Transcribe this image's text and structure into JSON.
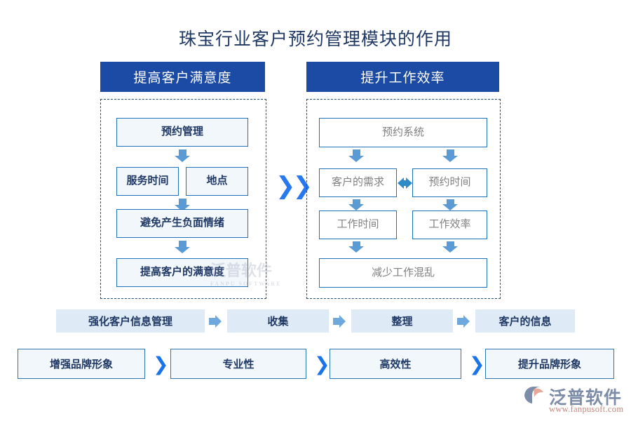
{
  "title": "珠宝行业客户预约管理模块的作用",
  "colors": {
    "header_blue": "#1C4BA5",
    "title_navy": "#1F3864",
    "box_border": "#1F72B8",
    "box_fill_left": "#F2F7FC",
    "box_fill_right": "#FFFFFF",
    "arrow_blue": "#5B9BD5",
    "dashed_border": "#1F4E79",
    "band_fill": "#DEEAF6",
    "chevron_blue": "#1A73E8"
  },
  "columns": {
    "left": {
      "header": "提高客户满意度",
      "boxes": {
        "top": "预约管理",
        "pair_left": "服务时间",
        "pair_right": "地点",
        "third": "避免产生负面情绪",
        "bottom": "提高客户的满意度"
      }
    },
    "right": {
      "header": "提升工作效率",
      "boxes": {
        "top": "预约系统",
        "mid_left": "客户的需求",
        "mid_right": "预约时间",
        "low_left": "工作时间",
        "low_right": "工作效率",
        "bottom": "减少工作混乱"
      }
    }
  },
  "center_connector": "❯❯",
  "band_rows": [
    {
      "separator": "arrow",
      "items": [
        "强化客户信息管理",
        "收集",
        "整理",
        "客户的信息"
      ]
    },
    {
      "separator": "chevron",
      "chevron_glyph": "❯",
      "items": [
        "增强品牌形象",
        "专业性",
        "高效性",
        "提升品牌形象"
      ]
    }
  ],
  "watermark": {
    "text": "泛普软件",
    "sub": "FANPU SOFTWARE"
  },
  "logo": {
    "name": "泛普软件",
    "url": "www.fanpusoft.com"
  }
}
